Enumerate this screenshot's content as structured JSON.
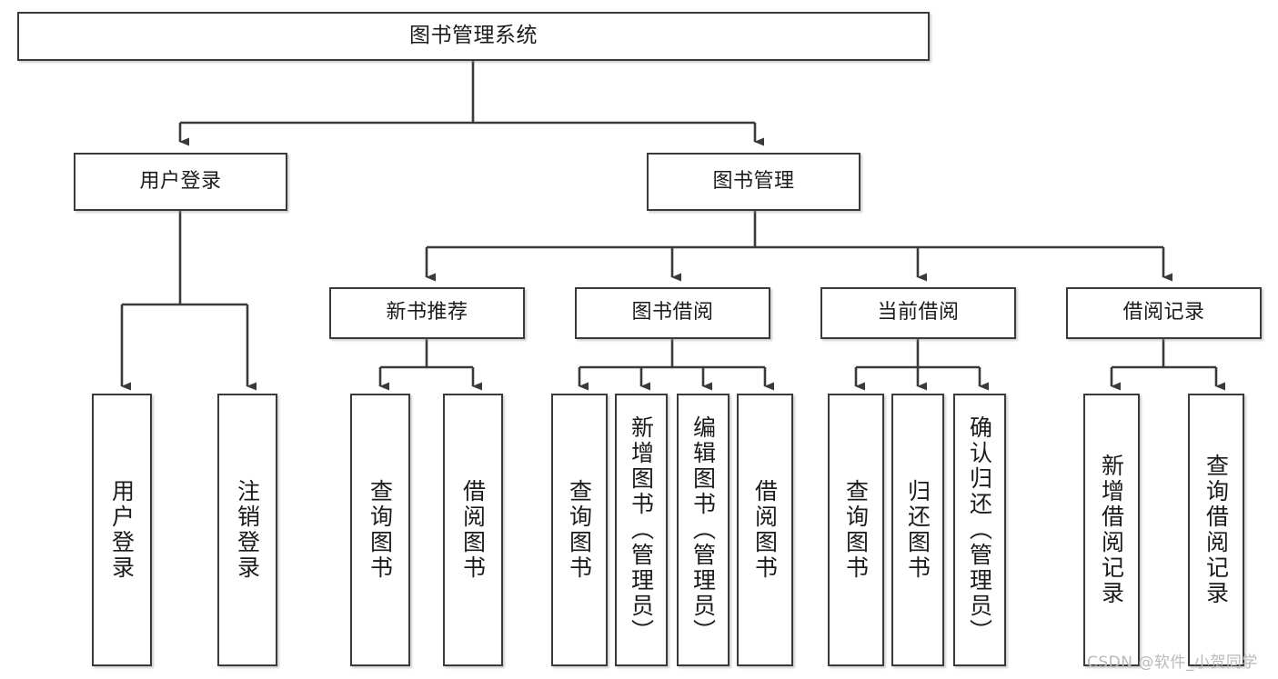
{
  "diagram": {
    "title": "图书管理系统",
    "stroke_color": "#3a3a3a",
    "text_color": "#1b1b1b",
    "background": "#ffffff"
  },
  "watermark": {
    "text": "CSDN @软件_小贺同学",
    "color": "#b9b9b9"
  },
  "nodes": {
    "root": {
      "label": "图书管理系统"
    },
    "level2": [
      {
        "label": "用户登录"
      },
      {
        "label": "图书管理"
      }
    ],
    "level3": [
      {
        "label": "新书推荐"
      },
      {
        "label": "图书借阅"
      },
      {
        "label": "当前借阅"
      },
      {
        "label": "借阅记录"
      }
    ],
    "leaves": {
      "user_login": [
        {
          "label": "用户登录"
        },
        {
          "label": "注销登录"
        }
      ],
      "new_book": [
        {
          "label": "查询图书"
        },
        {
          "label": "借阅图书"
        }
      ],
      "borrow_book": [
        {
          "label": "查询图书"
        },
        {
          "label": "新增图书（管理员）"
        },
        {
          "label": "编辑图书（管理员）"
        },
        {
          "label": "借阅图书"
        }
      ],
      "current_borrow": [
        {
          "label": "查询图书"
        },
        {
          "label": "归还图书"
        },
        {
          "label": "确认归还（管理员）"
        }
      ],
      "borrow_record": [
        {
          "label": "新增借阅记录"
        },
        {
          "label": "查询借阅记录"
        }
      ]
    }
  }
}
